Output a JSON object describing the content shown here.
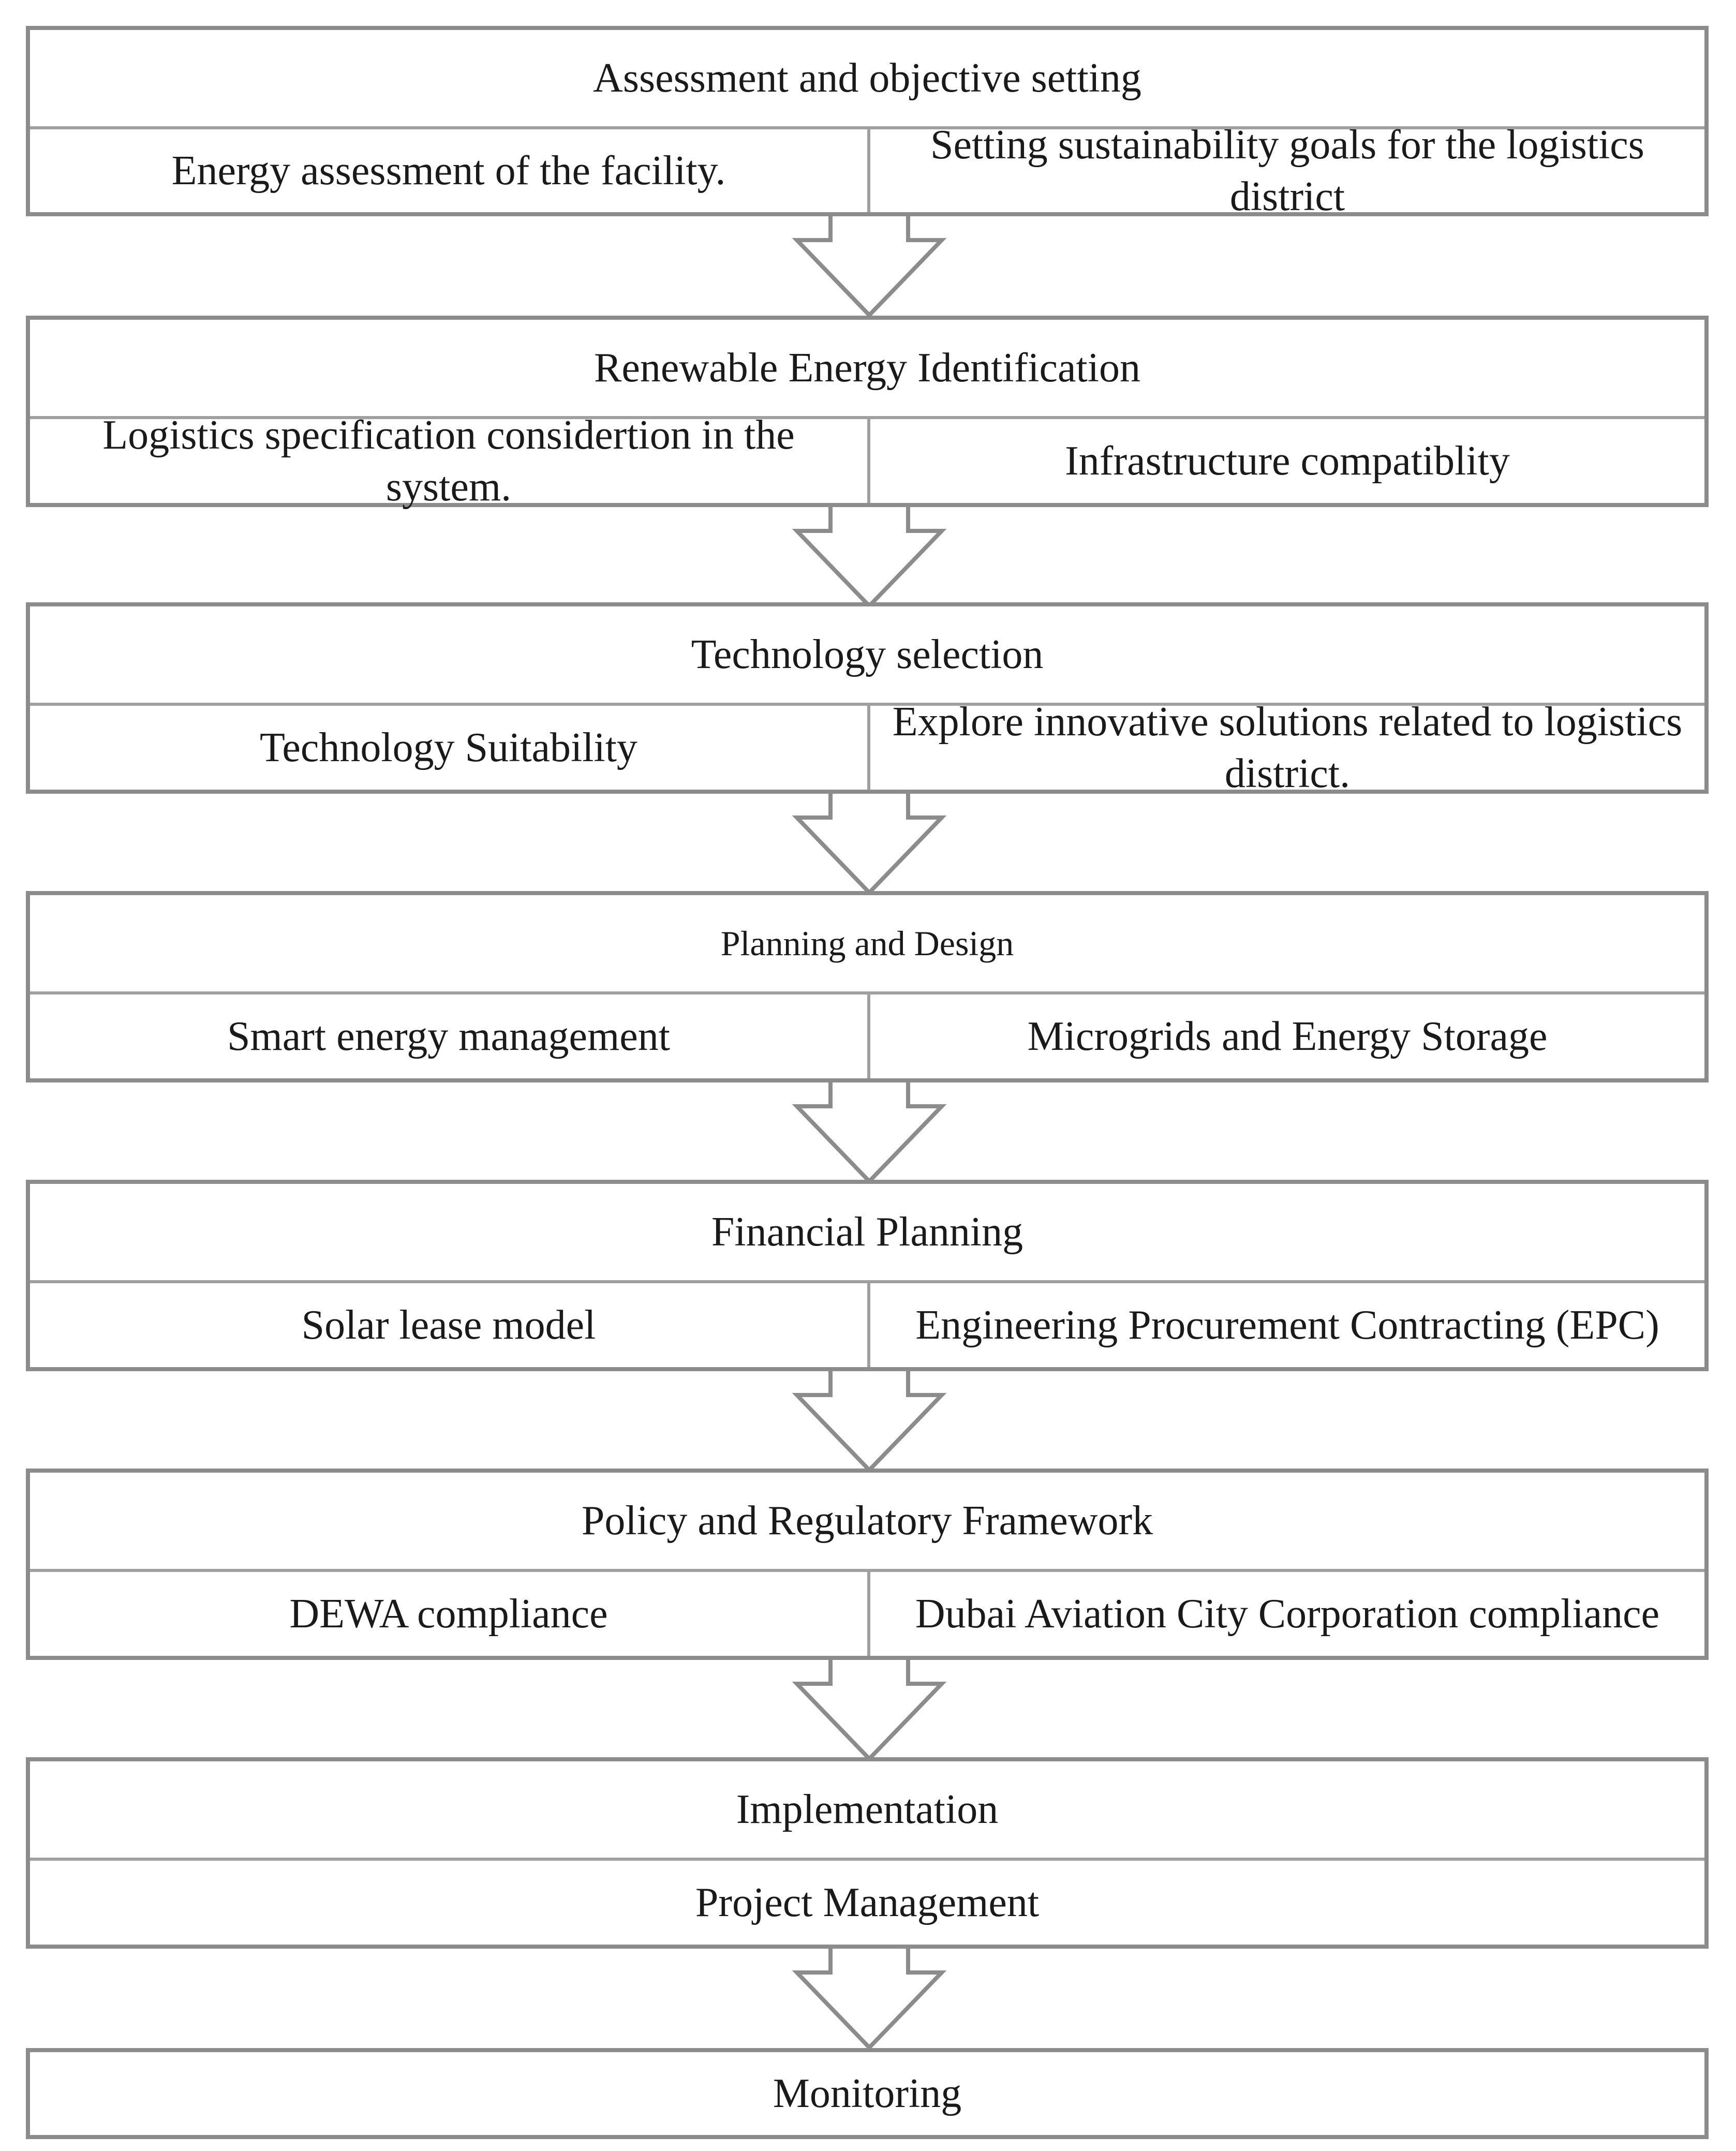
{
  "stages": [
    {
      "title": "Assessment and objective setting",
      "items": [
        "Energy assessment of the facility.",
        "Setting sustainability goals for the logistics district"
      ]
    },
    {
      "title": "Renewable Energy Identification",
      "items": [
        "Logistics specification considertion in the system.",
        "Infrastructure compatiblity"
      ]
    },
    {
      "title": "Technology selection",
      "items": [
        "Technology Suitability",
        "Explore innovative solutions related to logistics district."
      ]
    },
    {
      "title": "Planning and Design",
      "items": [
        "Smart energy management",
        "Microgrids and Energy Storage"
      ]
    },
    {
      "title": "Financial Planning",
      "items": [
        "Solar lease model",
        "Engineering Procurement Contracting (EPC)"
      ]
    },
    {
      "title": "Policy and Regulatory Framework",
      "items": [
        "DEWA compliance",
        "Dubai Aviation City Corporation compliance"
      ]
    },
    {
      "title": "Implementation",
      "items": [
        "Project Management"
      ]
    },
    {
      "title": "Monitoring",
      "items": []
    }
  ]
}
